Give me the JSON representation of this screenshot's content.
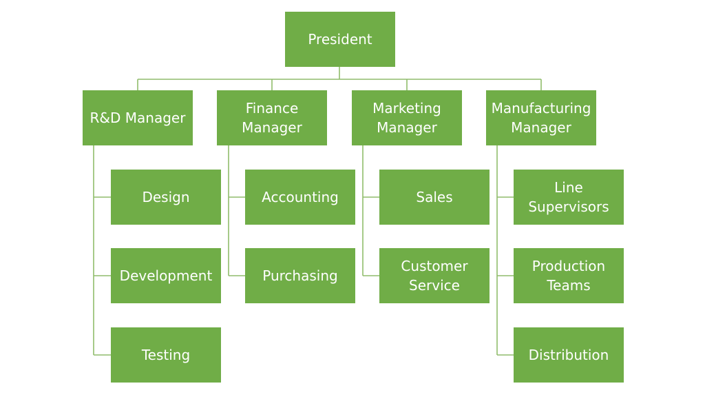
{
  "org_chart": {
    "root": {
      "label": "President"
    },
    "managers": [
      {
        "label": "R&D Manager",
        "children": [
          "Design",
          "Development",
          "Testing"
        ]
      },
      {
        "label": "Finance Manager",
        "children": [
          "Accounting",
          "Purchasing"
        ]
      },
      {
        "label": "Marketing Manager",
        "children": [
          "Sales",
          "Customer Service"
        ]
      },
      {
        "label": "Manufacturing Manager",
        "children": [
          "Line Supervisors",
          "Production Teams",
          "Distribution"
        ]
      }
    ]
  },
  "colors": {
    "box_fill": "#70ad47",
    "connector": "#8fbc6b",
    "text": "#ffffff"
  }
}
